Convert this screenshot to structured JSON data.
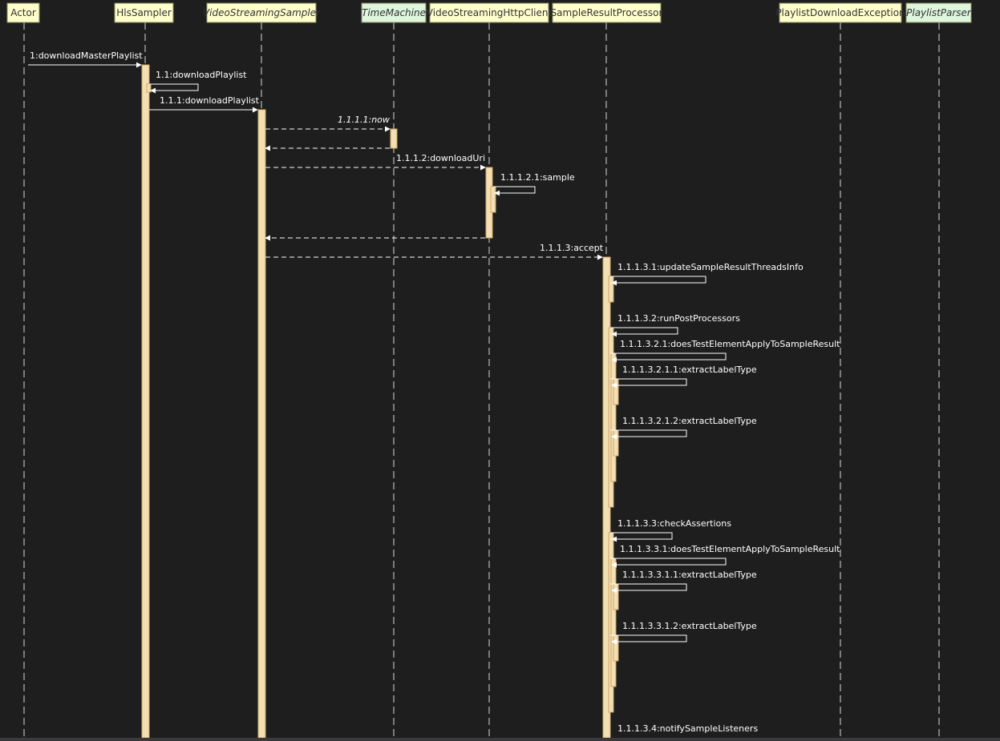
{
  "colors": {
    "background": "#1e1e1f",
    "lifeline": "#d8d8d8",
    "message": "#ffffff",
    "box_class_fill": "#ffffcc",
    "box_interface_fill": "#ddf6dd",
    "box_border": "#8a8a5a",
    "activation_fill": "#f5deb3",
    "activation_border": "#c9a86a",
    "text": "#ffffff"
  },
  "participants": [
    {
      "id": "actor",
      "label": "Actor",
      "italic": false,
      "kind": "class"
    },
    {
      "id": "hls",
      "label": "HlsSampler",
      "italic": false,
      "kind": "class"
    },
    {
      "id": "vss",
      "label": "VideoStreamingSampler",
      "italic": true,
      "kind": "class"
    },
    {
      "id": "tm",
      "label": "TimeMachine",
      "italic": true,
      "kind": "interface"
    },
    {
      "id": "vshc",
      "label": "VideoStreamingHttpClient",
      "italic": false,
      "kind": "class"
    },
    {
      "id": "srp",
      "label": "SampleResultProcessor",
      "italic": false,
      "kind": "class"
    },
    {
      "id": "pde",
      "label": "PlaylistDownloadException",
      "italic": false,
      "kind": "class"
    },
    {
      "id": "pp",
      "label": "PlaylistParser",
      "italic": true,
      "kind": "interface"
    }
  ],
  "messages": [
    {
      "label": "1:downloadMasterPlaylist",
      "from": "actor",
      "to": "hls",
      "kind": "call",
      "italic": false
    },
    {
      "label": "1.1:downloadPlaylist",
      "from": "hls",
      "to": "hls",
      "kind": "self",
      "italic": false
    },
    {
      "label": "1.1.1:downloadPlaylist",
      "from": "hls",
      "to": "vss",
      "kind": "call",
      "italic": false
    },
    {
      "label": "1.1.1.1:now",
      "from": "vss",
      "to": "tm",
      "kind": "async",
      "italic": true
    },
    {
      "label": "",
      "from": "tm",
      "to": "vss",
      "kind": "return",
      "italic": false
    },
    {
      "label": "1.1.1.2:downloadUri",
      "from": "vss",
      "to": "vshc",
      "kind": "async",
      "italic": false
    },
    {
      "label": "1.1.1.2.1:sample",
      "from": "vshc",
      "to": "vshc",
      "kind": "self",
      "italic": false
    },
    {
      "label": "",
      "from": "vshc",
      "to": "vss",
      "kind": "return",
      "italic": false
    },
    {
      "label": "1.1.1.3:accept",
      "from": "vss",
      "to": "srp",
      "kind": "async",
      "italic": false
    },
    {
      "label": "1.1.1.3.1:updateSampleResultThreadsInfo",
      "from": "srp",
      "to": "srp",
      "kind": "self",
      "italic": false
    },
    {
      "label": "1.1.1.3.2:runPostProcessors",
      "from": "srp",
      "to": "srp",
      "kind": "self",
      "italic": false
    },
    {
      "label": "1.1.1.3.2.1:doesTestElementApplyToSampleResult",
      "from": "srp",
      "to": "srp",
      "kind": "self",
      "italic": false
    },
    {
      "label": "1.1.1.3.2.1.1:extractLabelType",
      "from": "srp",
      "to": "srp",
      "kind": "self",
      "italic": false
    },
    {
      "label": "1.1.1.3.2.1.2:extractLabelType",
      "from": "srp",
      "to": "srp",
      "kind": "self",
      "italic": false
    },
    {
      "label": "1.1.1.3.3:checkAssertions",
      "from": "srp",
      "to": "srp",
      "kind": "self",
      "italic": false
    },
    {
      "label": "1.1.1.3.3.1:doesTestElementApplyToSampleResult",
      "from": "srp",
      "to": "srp",
      "kind": "self",
      "italic": false
    },
    {
      "label": "1.1.1.3.3.1.1:extractLabelType",
      "from": "srp",
      "to": "srp",
      "kind": "self",
      "italic": false
    },
    {
      "label": "1.1.1.3.3.1.2:extractLabelType",
      "from": "srp",
      "to": "srp",
      "kind": "self",
      "italic": false
    },
    {
      "label": "1.1.1.3.4:notifySampleListeners",
      "from": "srp",
      "to": "srp",
      "kind": "self",
      "italic": false
    }
  ]
}
